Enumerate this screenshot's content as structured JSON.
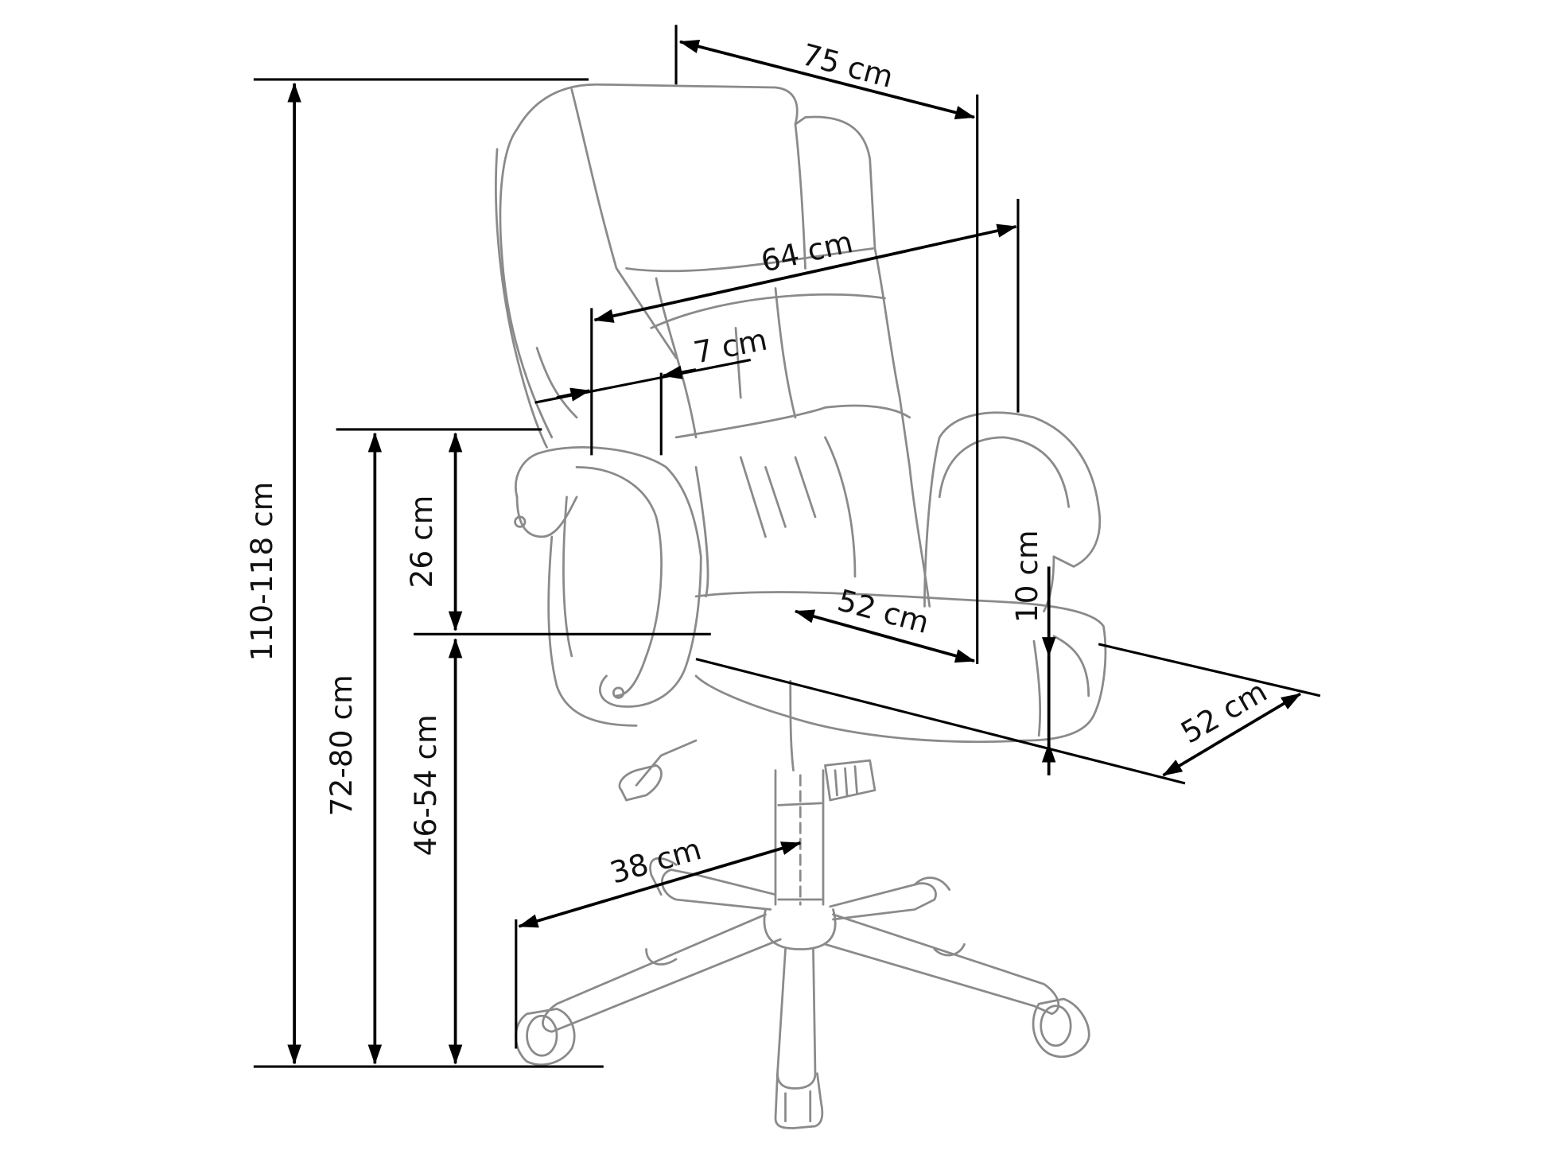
{
  "diagram": {
    "labels": {
      "overall_height": "110-118 cm",
      "armrest_height": "72-80 cm",
      "seat_height": "46-54 cm",
      "armrest_above_seat": "26 cm",
      "overall_width": "75 cm",
      "backrest_height": "64 cm",
      "backrest_cushion": "7 cm",
      "seat_width": "52 cm",
      "seat_thickness": "10 cm",
      "seat_depth": "52 cm",
      "base_radius": "38 cm"
    }
  }
}
